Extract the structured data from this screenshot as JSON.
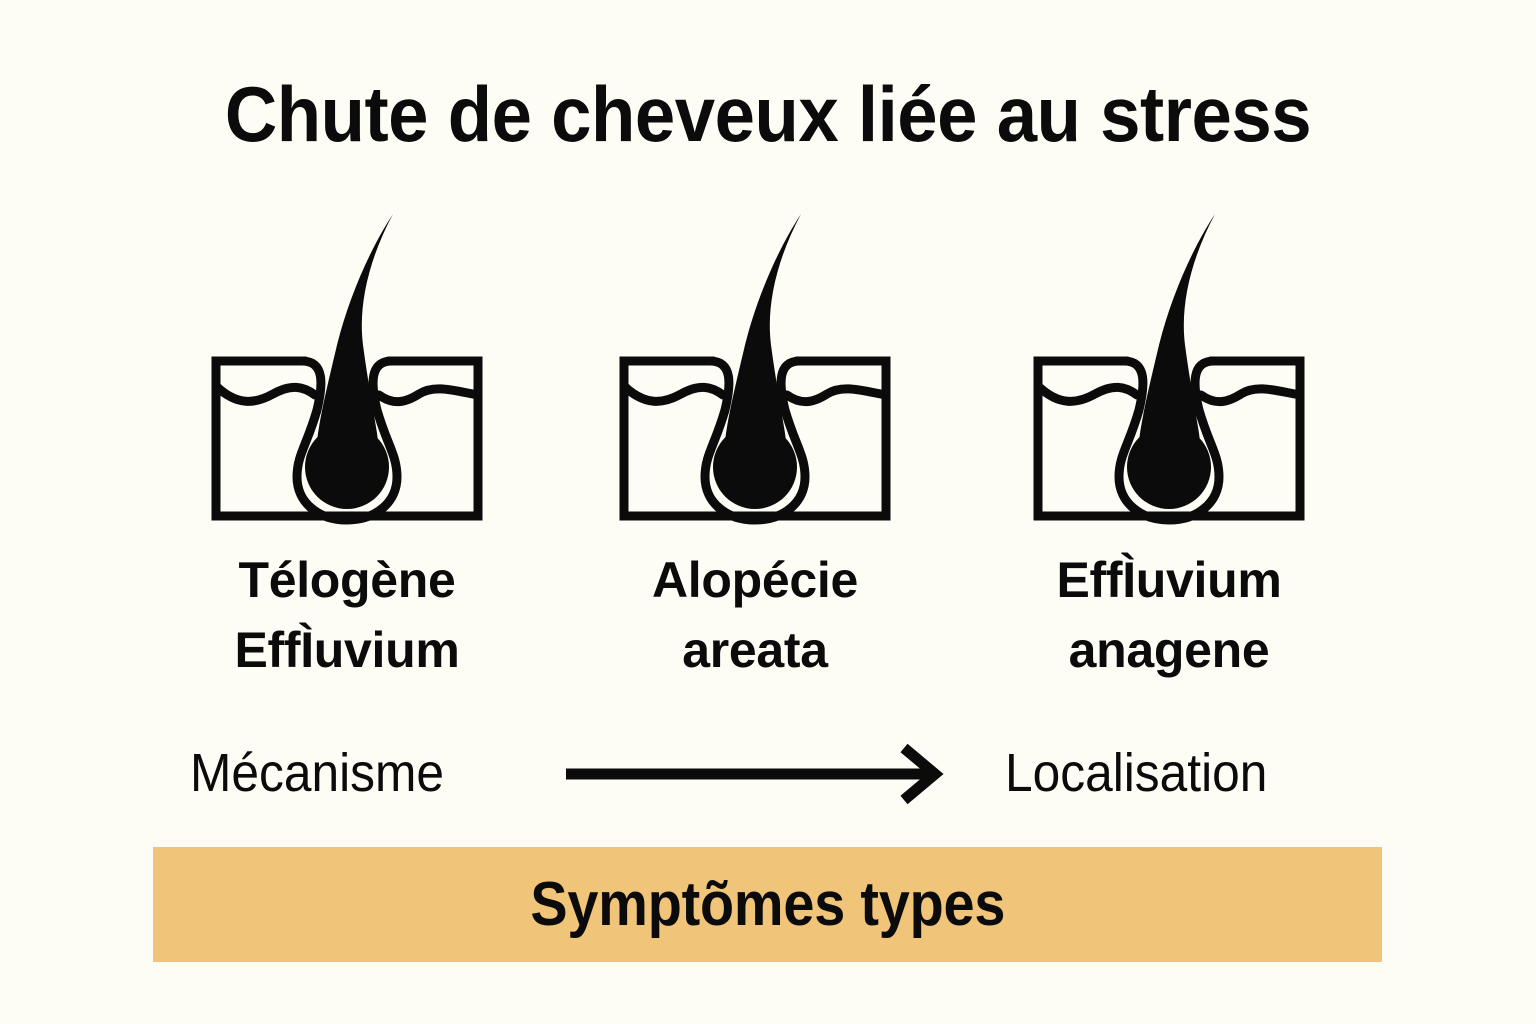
{
  "page": {
    "title": "Chute de cheveux liée au stress",
    "background_color": "#fefdf5",
    "ink_color": "#0b0b0b",
    "accent_color": "#f0c479"
  },
  "columns": [
    {
      "icon": "hair-follicle-icon",
      "label": "Télogène\nEffÌuvium"
    },
    {
      "icon": "hair-follicle-icon",
      "label": "Alopécie\nareata"
    },
    {
      "icon": "hair-follicle-icon",
      "label": "EffÌuvium\nanagene"
    }
  ],
  "flow": {
    "from_label": "Mécanisme",
    "arrow_icon": "right-arrow-icon",
    "to_label": "Localisation"
  },
  "banner": {
    "text": "Symptõmes types"
  }
}
